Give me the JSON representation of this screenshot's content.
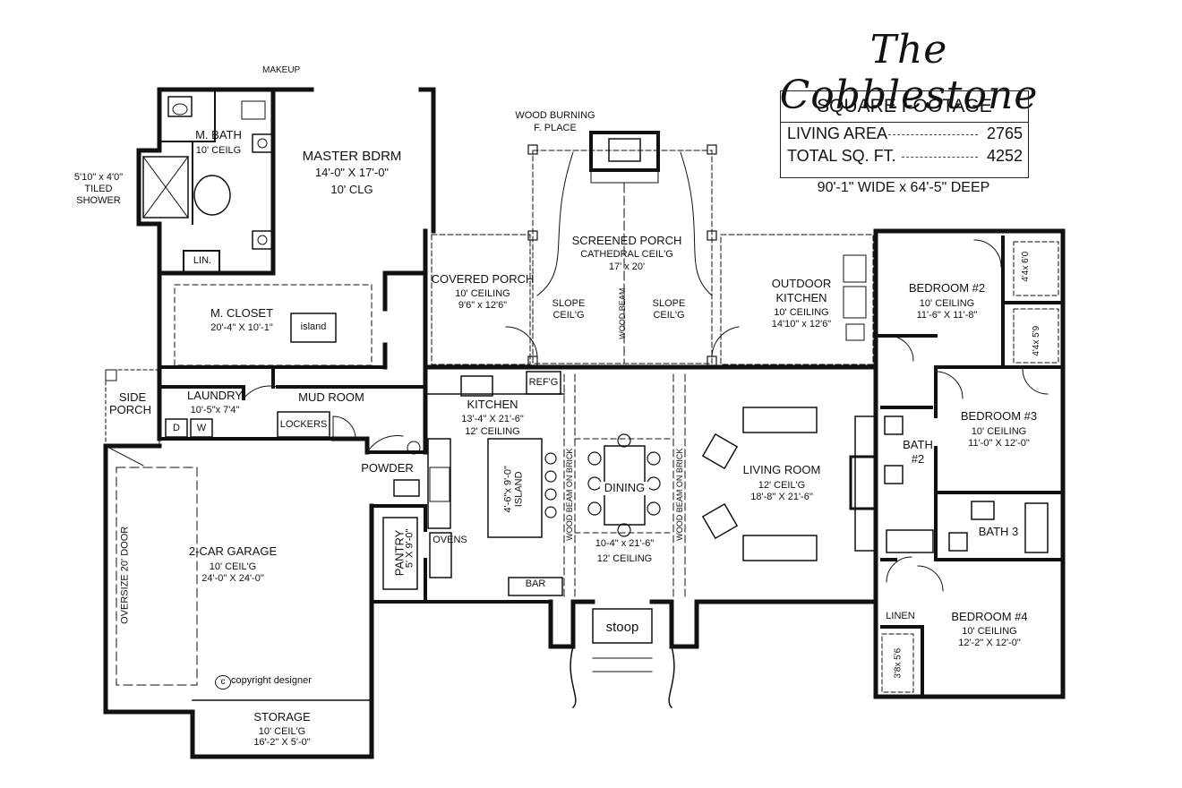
{
  "title": "The Cobblestone",
  "square_footage": {
    "heading": "SQUARE FOOTAGE",
    "living_label": "LIVING AREA",
    "living_value": "2765",
    "total_label": "TOTAL SQ. FT.",
    "total_value": "4252",
    "dimensions": "90'-1\" WIDE x 64'-5\" DEEP"
  },
  "rooms": {
    "master_bdrm": {
      "name": "MASTER BDRM",
      "size": "14'-0\" X 17'-0\"",
      "ceiling": "10' CLG"
    },
    "m_bath": {
      "name": "M. BATH",
      "ceiling": "10' CEILG"
    },
    "makeup": "MAKEUP",
    "shower": {
      "line1": "5'10\" x 4'0\"",
      "line2": "TILED",
      "line3": "SHOWER"
    },
    "lin": "LIN.",
    "m_closet": {
      "name": "M. CLOSET",
      "size": "20'-4\" X 10'-1\"",
      "island": "island"
    },
    "side_porch": {
      "line1": "SIDE",
      "line2": "PORCH"
    },
    "laundry": {
      "name": "LAUNDRY",
      "size": "10'-5\"x 7'4\"",
      "d": "D",
      "w": "W"
    },
    "mud_room": "MUD ROOM",
    "lockers": "LOCKERS",
    "powder": "POWDER",
    "pantry": {
      "name": "PANTRY",
      "size": "5' X 9'-0\""
    },
    "ovens": "OVENS",
    "garage": {
      "name": "2-CAR GARAGE",
      "ceiling": "10' CEIL'G",
      "size": "24'-0\" X 24'-0\"",
      "door": "OVERSIZE 20' DOOR"
    },
    "copyright": "copyright designer",
    "storage": {
      "name": "STORAGE",
      "ceiling": "10' CEIL'G",
      "size": "16'-2\" X 5'-0\""
    },
    "fireplace": {
      "line1": "WOOD BURNING",
      "line2": "F. PLACE"
    },
    "screened_porch": {
      "name": "SCREENED PORCH",
      "ceiling": "CATHEDRAL CEIL'G",
      "size": "17' x 20'"
    },
    "covered_porch": {
      "name": "COVERED PORCH",
      "ceiling": "10' CEILING",
      "size": "9'6\" x 12'6\""
    },
    "slope_left": {
      "line1": "SLOPE",
      "line2": "CEIL'G"
    },
    "slope_right": {
      "line1": "SLOPE",
      "line2": "CEIL'G"
    },
    "wood_beam": "WOOD BEAM",
    "outdoor_kitchen": {
      "line1": "OUTDOOR",
      "line2": "KITCHEN",
      "ceiling": "10' CEILING",
      "size": "14'10\" x 12'6\""
    },
    "refg": "REF'G",
    "kitchen": {
      "name": "KITCHEN",
      "size": "13'-4\" X 21'-6\"",
      "ceiling": "12' CEILING"
    },
    "island": {
      "size": "4'-6\"x 9'-0\"",
      "name": "ISLAND"
    },
    "beam_left": "WOOD BEAM ON BRICK",
    "beam_right": "WOOD BEAM ON BRICK",
    "dining": {
      "name": "DINING",
      "size": "10-4\" x 21'-6\"",
      "ceiling": "12' CEILING"
    },
    "bar": "BAR",
    "stoop": "stoop",
    "living": {
      "name": "LIVING ROOM",
      "ceiling": "12' CEIL'G",
      "size": "18'-8\" X 21'-6\""
    },
    "bedroom2": {
      "name": "BEDROOM #2",
      "ceiling": "10' CEILING",
      "size": "11'-6\" X 11'-8\""
    },
    "closet_4x6": "4'4x 6'0",
    "closet_4x5": "4'4x 5'9",
    "bedroom3": {
      "name": "BEDROOM #3",
      "ceiling": "10' CEILING",
      "size": "11'-0\" X 12'-0\""
    },
    "bath2": {
      "line1": "BATH",
      "line2": "#2"
    },
    "bath3": "BATH 3",
    "linen": "LINEN",
    "closet_3x5": "3'8x 5'6",
    "bedroom4": {
      "name": "BEDROOM #4",
      "ceiling": "10' CEILING",
      "size": "12'-2\" X 12'-0\""
    }
  }
}
